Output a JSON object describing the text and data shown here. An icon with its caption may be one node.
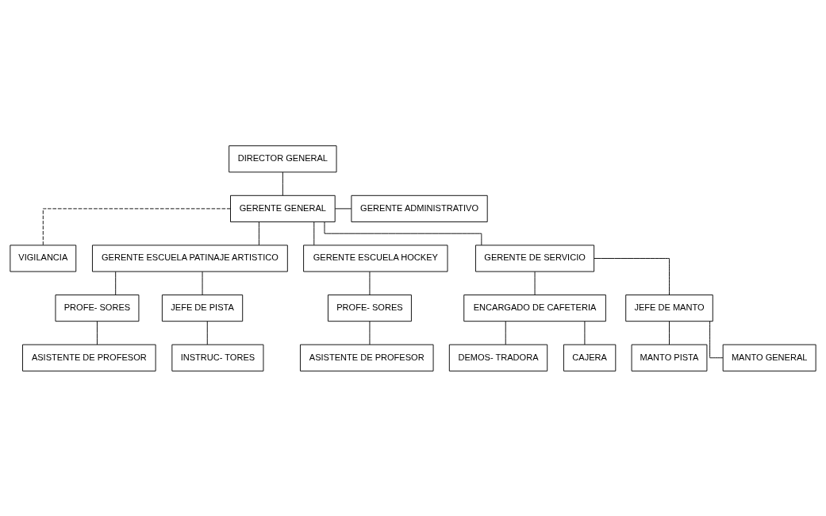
{
  "diagram": {
    "nodes": [
      {
        "text": [
          "DIRECTOR GENERAL"
        ]
      },
      {
        "text": [
          "GERENTE GENERAL"
        ]
      },
      {
        "text": [
          "GERENTE ADMINISTRATIVO"
        ]
      },
      {
        "text": [
          "VIGILANCIA"
        ]
      },
      {
        "text": [
          "GERENTE ESCUELA PATINAJE ARTISTICO"
        ]
      },
      {
        "text": [
          "GERENTE ESCUELA HOCKEY"
        ]
      },
      {
        "text": [
          "GERENTE DE SERVICIO"
        ]
      },
      {
        "text": [
          "PROFE- SORES"
        ]
      },
      {
        "text": [
          "JEFE DE PISTA"
        ]
      },
      {
        "text": [
          "PROFE- SORES"
        ]
      },
      {
        "text": [
          "ENCARGADO DE CAFETERIA"
        ]
      },
      {
        "text": [
          "JEFE DE MANTO"
        ]
      },
      {
        "text": [
          "ASISTENTE DE PROFESOR"
        ]
      },
      {
        "text": [
          "INSTRUC- TORES"
        ]
      },
      {
        "text": [
          "ASISTENTE DE PROFESOR"
        ]
      },
      {
        "text": [
          "DEMOS- TRADORA"
        ]
      },
      {
        "text": [
          "CAJERA"
        ]
      },
      {
        "text": [
          "MANTO PISTA"
        ]
      },
      {
        "text": [
          "MANTO GENERAL"
        ]
      }
    ],
    "edges": [
      {
        "from": 0,
        "to": 1,
        "arrow": "none"
      },
      {
        "from": 1,
        "to": 2,
        "arrow": "none"
      },
      {
        "from": 1,
        "to": 3,
        "arrow": "none",
        "style": "dashed"
      },
      {
        "from": 1,
        "to": 4,
        "arrow": "none"
      },
      {
        "from": 1,
        "to": 5,
        "arrow": "none"
      },
      {
        "from": 1,
        "to": 6,
        "arrow": "none"
      },
      {
        "from": 4,
        "to": 7,
        "arrow": "none"
      },
      {
        "from": 4,
        "to": 8,
        "arrow": "none"
      },
      {
        "from": 5,
        "to": 9,
        "arrow": "none"
      },
      {
        "from": 6,
        "to": 10,
        "arrow": "none"
      },
      {
        "from": 6,
        "to": 11,
        "arrow": "none"
      },
      {
        "from": 7,
        "to": 12,
        "arrow": "none"
      },
      {
        "from": 8,
        "to": 13,
        "arrow": "none"
      },
      {
        "from": 9,
        "to": 14,
        "arrow": "none"
      },
      {
        "from": 10,
        "to": 15,
        "arrow": "none"
      },
      {
        "from": 10,
        "to": 16,
        "arrow": "none"
      },
      {
        "from": 11,
        "to": 17,
        "arrow": "none"
      },
      {
        "from": 11,
        "to": 18,
        "arrow": "none"
      }
    ]
  }
}
